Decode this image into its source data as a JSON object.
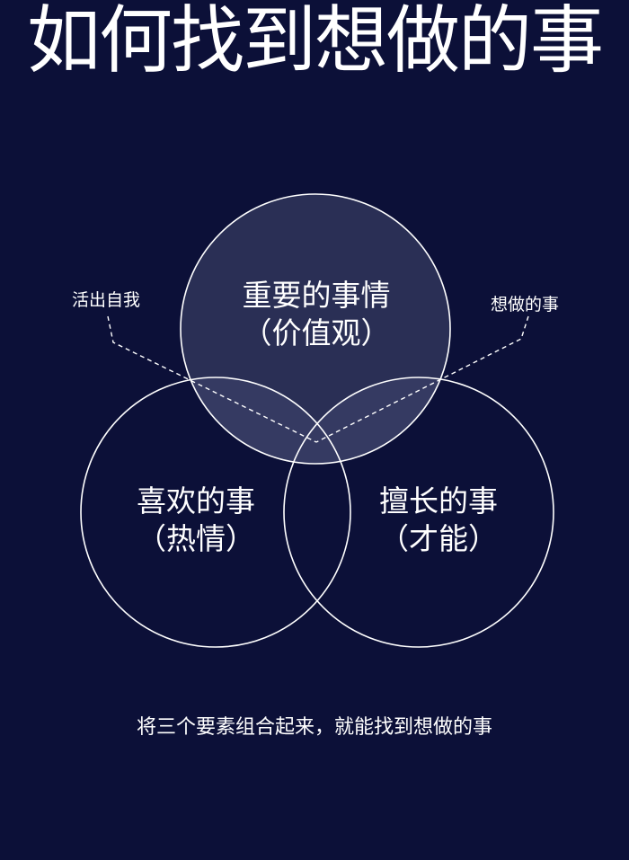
{
  "title": "如何找到想做的事",
  "circles": {
    "values": {
      "line1": "重要的事情",
      "line2": "（价值观）"
    },
    "passion": {
      "line1": "喜欢的事",
      "line2": "（热情）"
    },
    "talent": {
      "line1": "擅长的事",
      "line2": "（才能）"
    }
  },
  "pointers": {
    "left": "活出自我",
    "right": "想做的事"
  },
  "caption": "将三个要素组合起来，就能找到想做的事",
  "colors": {
    "background": "#0c1038",
    "line": "#ffffff",
    "overlap_fill": "#2a2f55"
  }
}
